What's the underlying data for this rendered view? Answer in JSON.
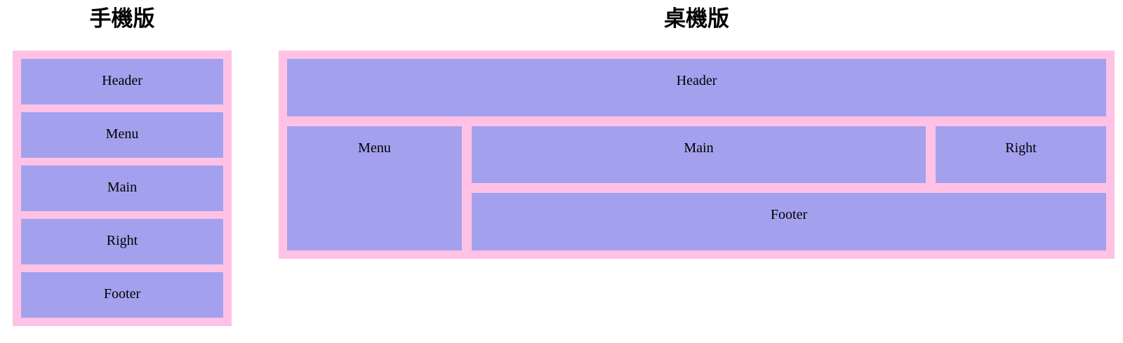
{
  "colors": {
    "page_bg": "#ffffff",
    "container_pink": "#ffc2e5",
    "box_purple": "#a3a1ee",
    "text": "#000000"
  },
  "mobile": {
    "title": "手機版",
    "boxes": [
      "Header",
      "Menu",
      "Main",
      "Right",
      "Footer"
    ]
  },
  "desktop": {
    "title": "桌機版",
    "boxes": {
      "header": "Header",
      "menu": "Menu",
      "main": "Main",
      "right": "Right",
      "footer": "Footer"
    }
  }
}
